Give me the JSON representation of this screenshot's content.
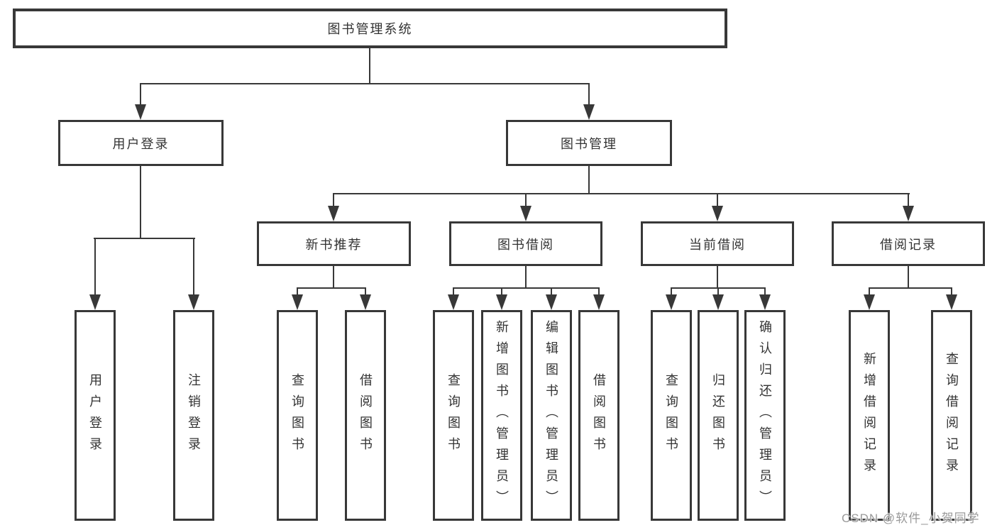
{
  "diagram": {
    "title": "图书管理系统",
    "level2": {
      "user_login": "用户登录",
      "book_mgmt": "图书管理"
    },
    "level3": {
      "new_rec": "新书推荐",
      "borrow": "图书借阅",
      "current": "当前借阅",
      "records": "借阅记录"
    },
    "leaves": {
      "login": [
        "用户登录",
        "注销登录"
      ],
      "new_rec": [
        "查询图书",
        "借阅图书"
      ],
      "borrow": [
        "查询图书",
        "新增图书（管理员）",
        "编辑图书（管理员）",
        "借阅图书"
      ],
      "current": [
        "查询图书",
        "归还图书",
        "确认归还（管理员）"
      ],
      "records": [
        "新增借阅记录",
        "查询借阅记录"
      ]
    },
    "colors": {
      "line": "#383838",
      "text": "#333333",
      "background": "#ffffff",
      "watermark": "#9a9a9a"
    }
  },
  "watermark": "CSDN @软件_小贺同学"
}
